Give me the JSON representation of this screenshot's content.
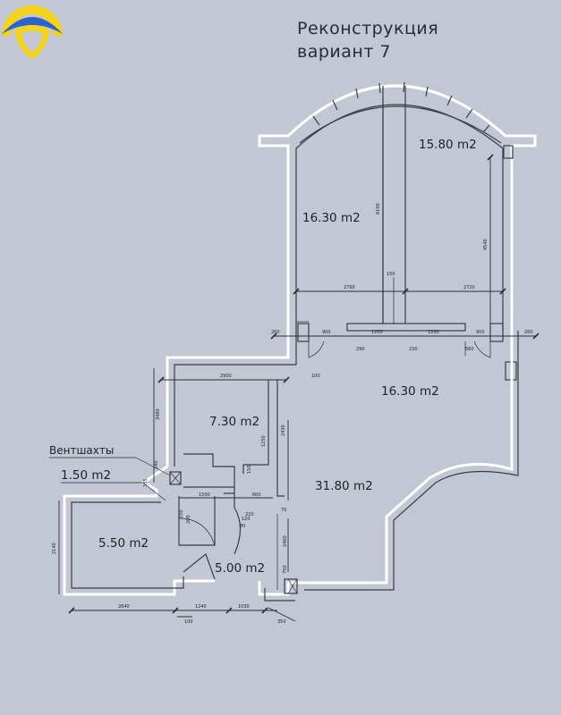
{
  "title": {
    "line1": "Реконструкция",
    "line2": "вариант 7"
  },
  "logo": {
    "colors": {
      "top": "#f3d21a",
      "bottom": "#2f63c8",
      "shield": "#f3d21a"
    }
  },
  "rooms": {
    "r1": "16.30 m2",
    "r2": "15.80 m2",
    "r3": "16.30 m2",
    "r4": "7.30 m2",
    "r5": "31.80 m2",
    "r6": "1.50 m2",
    "r7": "5.50 m2",
    "r8": "5.00 m2"
  },
  "labels": {
    "vent": "Вентшахты"
  },
  "dims": {
    "d6100": "6100",
    "d4540": "4540",
    "d2760": "2760",
    "d2720": "2720",
    "d150": "150",
    "d260a": "260",
    "d900a": "900",
    "d290": "290",
    "d1200a": "1200",
    "d230": "230",
    "d1200b": "1200",
    "d900b": "900",
    "d560": "560",
    "d260b": "260",
    "d2900": "2900",
    "d100a": "100",
    "d3480": "3480",
    "d2430": "2430",
    "d1250": "1250",
    "d150b": "150",
    "d1500": "1500",
    "d600": "600",
    "d220": "220",
    "d70": "70",
    "d150c": "150",
    "d240": "240",
    "d2140": "2140",
    "d2400": "2400",
    "d750": "750",
    "d2640": "2640",
    "d1240": "1240",
    "d1030": "1030",
    "d100b": "100",
    "d350": "350",
    "d80": "80",
    "d120": "120",
    "d200": "200",
    "d335": "335"
  }
}
